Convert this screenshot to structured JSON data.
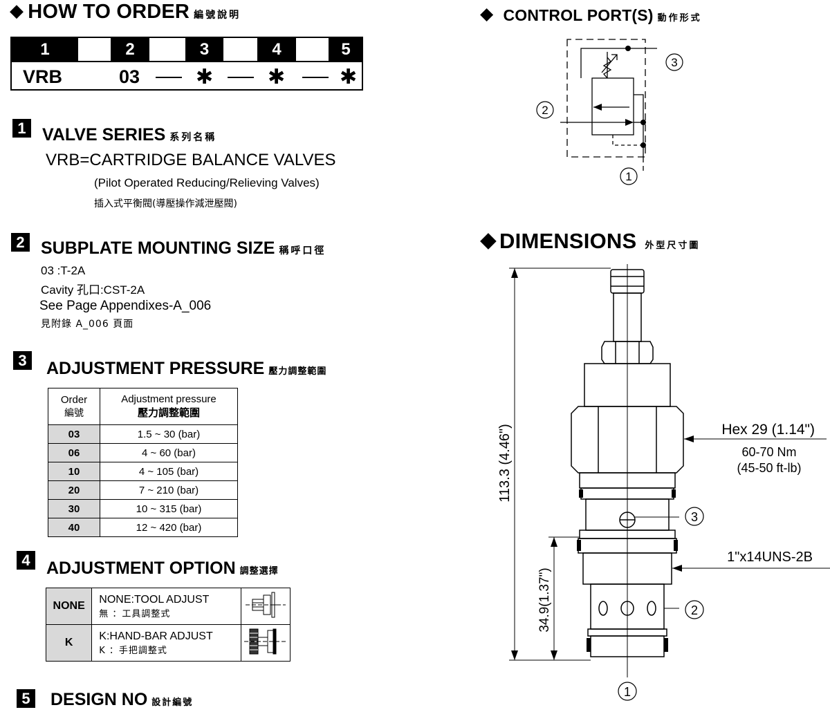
{
  "order": {
    "title": "HOW TO  ORDER",
    "title_cjk": "編號說明",
    "positions": [
      "1",
      "2",
      "3",
      "4",
      "5"
    ],
    "codes": [
      "VRB",
      "03",
      "✱",
      "✱",
      "✱"
    ]
  },
  "sec1": {
    "num": "1",
    "title": "VALVE SERIES",
    "title_cjk": "系列名稱",
    "line1": "VRB=CARTRIDGE BALANCE VALVES",
    "line2": "(Pilot Operated Reducing/Relieving Valves)",
    "line3": "插入式平衡閥(導壓操作減泄壓閥)"
  },
  "sec2": {
    "num": "2",
    "title": "SUBPLATE MOUNTING SIZE",
    "title_cjk": "稱呼口徑",
    "line1": "03 :T-2A",
    "line2": "Cavity 孔口:CST-2A",
    "line3": "See Page Appendixes-A_006",
    "line4": "見附錄 A_006 頁面"
  },
  "sec3": {
    "num": "3",
    "title": "ADJUSTMENT PRESSURE",
    "title_cjk": "壓力調整範圍",
    "head_order": "Order",
    "head_order_cjk": "編號",
    "head_pressure": "Adjustment pressure",
    "head_pressure_cjk": "壓力調整範圍",
    "rows": [
      {
        "order": "03",
        "pressure": "1.5 ~ 30 (bar)"
      },
      {
        "order": "06",
        "pressure": "4 ~ 60 (bar)"
      },
      {
        "order": "10",
        "pressure": "4 ~ 105 (bar)"
      },
      {
        "order": "20",
        "pressure": "7 ~ 210 (bar)"
      },
      {
        "order": "30",
        "pressure": "10 ~ 315 (bar)"
      },
      {
        "order": "40",
        "pressure": "12 ~ 420 (bar)"
      }
    ]
  },
  "sec4": {
    "num": "4",
    "title": "ADJUSTMENT OPTION",
    "title_cjk": "調整選擇",
    "rows": [
      {
        "code": "NONE",
        "desc": "NONE:TOOL ADJUST",
        "desc_cjk": "無 ：工具調整式",
        "icon": "tool-adjust-icon"
      },
      {
        "code": "K",
        "desc": "K:HAND-BAR ADJUST",
        "desc_cjk": "K ：手把調整式",
        "icon": "hand-bar-adjust-icon"
      }
    ]
  },
  "sec5": {
    "num": "5",
    "title": "DESIGN NO",
    "title_cjk": "設計編號"
  },
  "control": {
    "title": "CONTROL PORT(S)",
    "title_cjk": "動作形式",
    "port1": "1",
    "port2": "2",
    "port3": "3"
  },
  "dimensions": {
    "title": "DIMENSIONS",
    "title_cjk": "外型尺寸圖",
    "overall": "113.3 (4.46\")",
    "lower": "34.9(1.37\")",
    "hex": "Hex 29 (1.14\")",
    "torque_nm": "60-70 Nm",
    "torque_ftlb": "(45-50 ft-lb)",
    "thread": "1\"x14UNS-2B",
    "port1": "1",
    "port2": "2",
    "port3": "3"
  }
}
